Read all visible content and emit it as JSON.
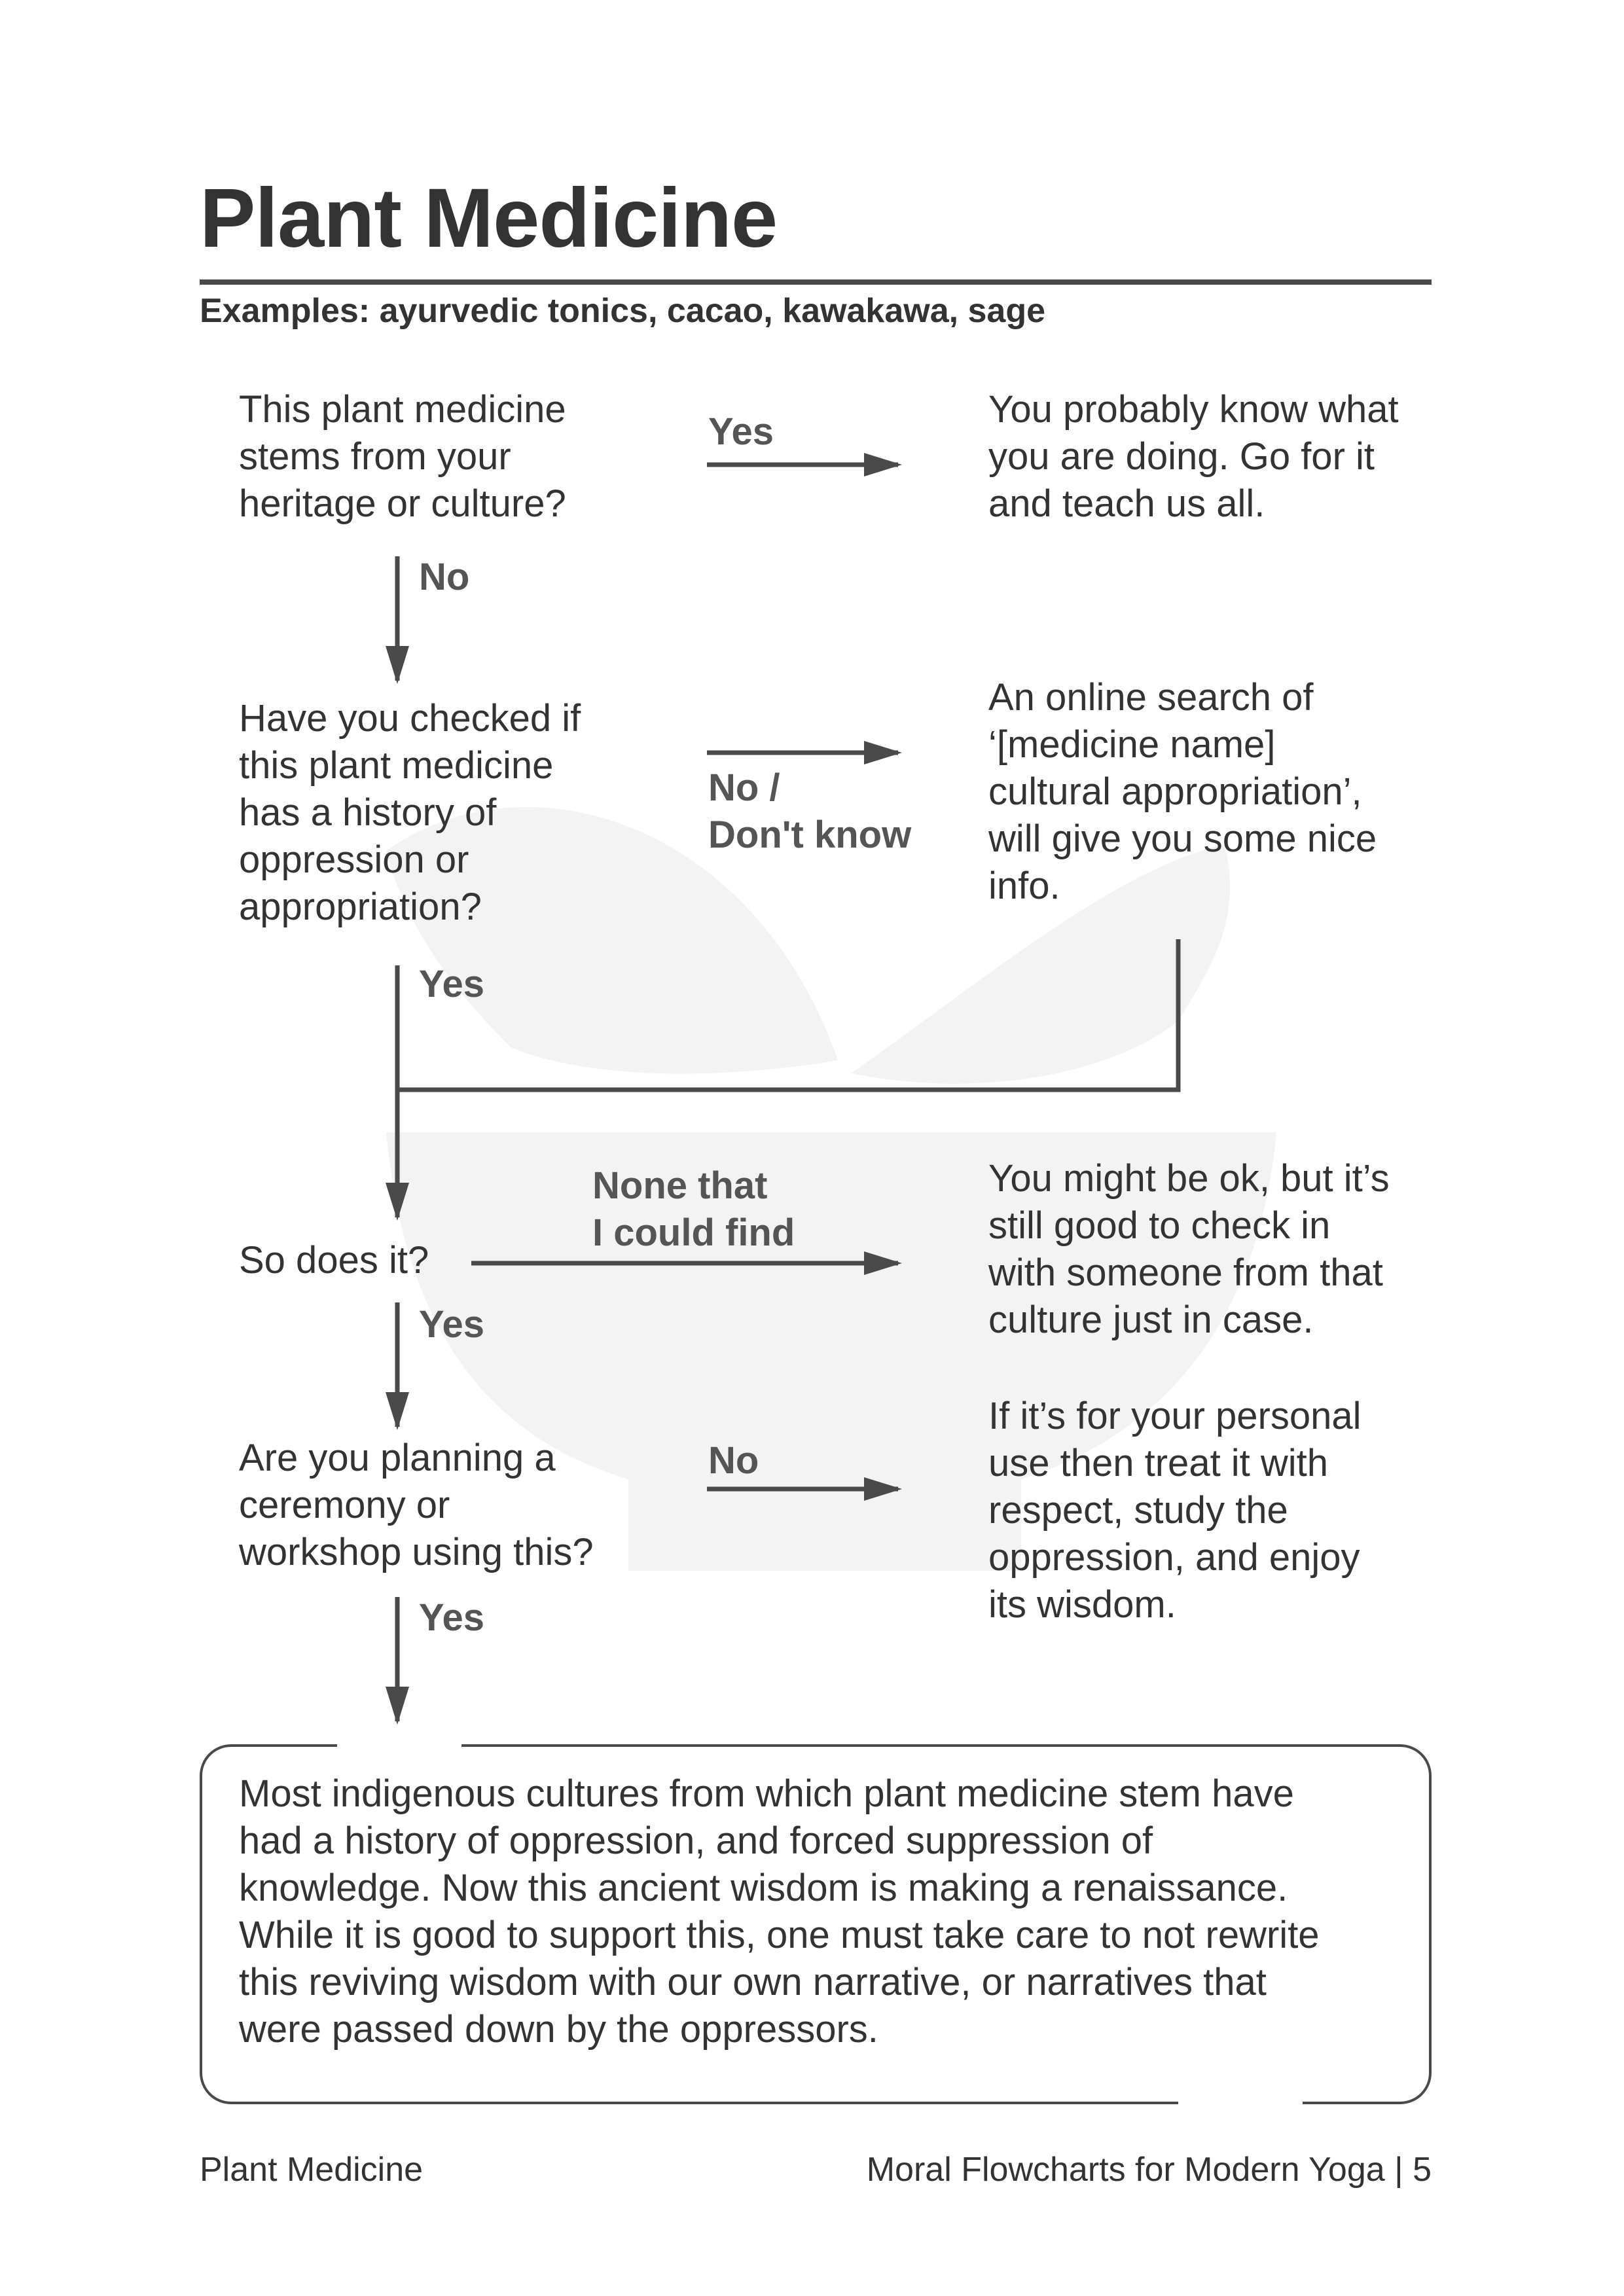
{
  "page": {
    "title": "Plant Medicine",
    "subtitle": "Examples: ayurvedic tonics, cacao, kawakawa, sage"
  },
  "flow": {
    "q1": [
      "This plant medicine",
      "stems from your",
      "heritage or culture?"
    ],
    "q1_yes_label": "Yes",
    "q1_no_label": "No",
    "a1": [
      "You probably know what",
      "you are doing. Go for it",
      "and teach us all."
    ],
    "q2": [
      "Have you checked if",
      "this plant medicine",
      "has a history of",
      "oppression or",
      "appropriation?"
    ],
    "q2_no_label": [
      "No /",
      "Don't know"
    ],
    "a2": [
      "An online search of",
      "‘[medicine name]",
      "cultural appropriation’,",
      "will give you some nice",
      "info."
    ],
    "q2_yes_label": "Yes",
    "q3": "So does it?",
    "q3_none_label": [
      "None that",
      "I could find"
    ],
    "a3": [
      "You might be ok, but it’s",
      "still good to check in",
      "with someone from that",
      "culture just in case."
    ],
    "q3_yes_label": "Yes",
    "q4": [
      "Are you planning a",
      "ceremony or",
      "workshop using this?"
    ],
    "q4_no_label": "No",
    "a4": [
      "If it’s for your personal",
      "use then treat it with",
      "respect, study the",
      "oppression, and enjoy",
      "its wisdom."
    ],
    "q4_yes_label": "Yes",
    "conclusion": [
      "Most indigenous cultures from which plant medicine stem have",
      "had a history of oppression, and forced suppression of",
      "knowledge. Now this ancient wisdom is making a renaissance.",
      "While it is good to support this, one must take care to not rewrite",
      "this reviving wisdom with our own narrative, or narratives that",
      "were passed down by the oppressors."
    ]
  },
  "footer": {
    "left": "Plant Medicine",
    "right": "Moral Flowcharts for Modern Yoga | 5"
  },
  "colors": {
    "text": "#333333",
    "lines": "#4a4a4a",
    "label": "#555555",
    "watermark": "#f3f3f3"
  }
}
